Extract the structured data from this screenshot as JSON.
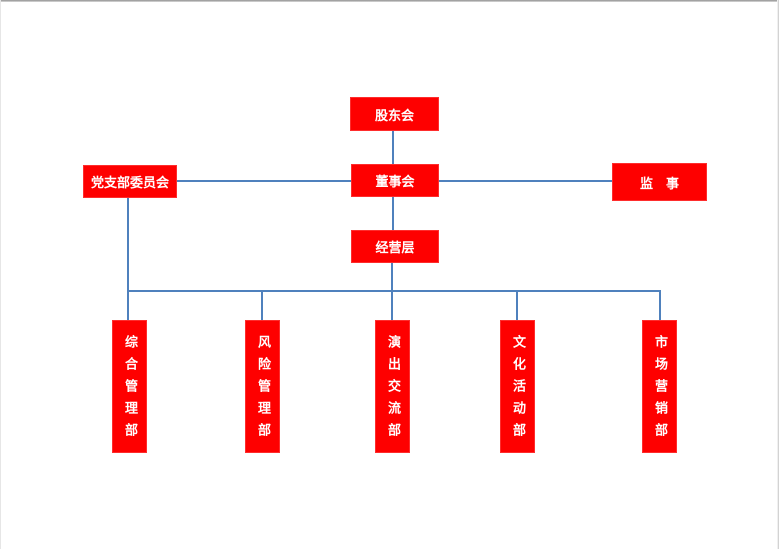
{
  "org_chart": {
    "colors": {
      "node_fill": "#fe0000",
      "node_text": "#ffffff",
      "connector": "#4f81bd"
    },
    "nodes": {
      "shareholders": {
        "label": "股东会"
      },
      "party_branch": {
        "label": "党支部委员会"
      },
      "board": {
        "label": "董事会"
      },
      "supervisor": {
        "label": "监　事"
      },
      "management": {
        "label": "经营层"
      },
      "departments": [
        {
          "label": "综合管理部"
        },
        {
          "label": "风险管理部"
        },
        {
          "label": "演出交流部"
        },
        {
          "label": "文化活动部"
        },
        {
          "label": "市场营销部"
        }
      ]
    }
  }
}
